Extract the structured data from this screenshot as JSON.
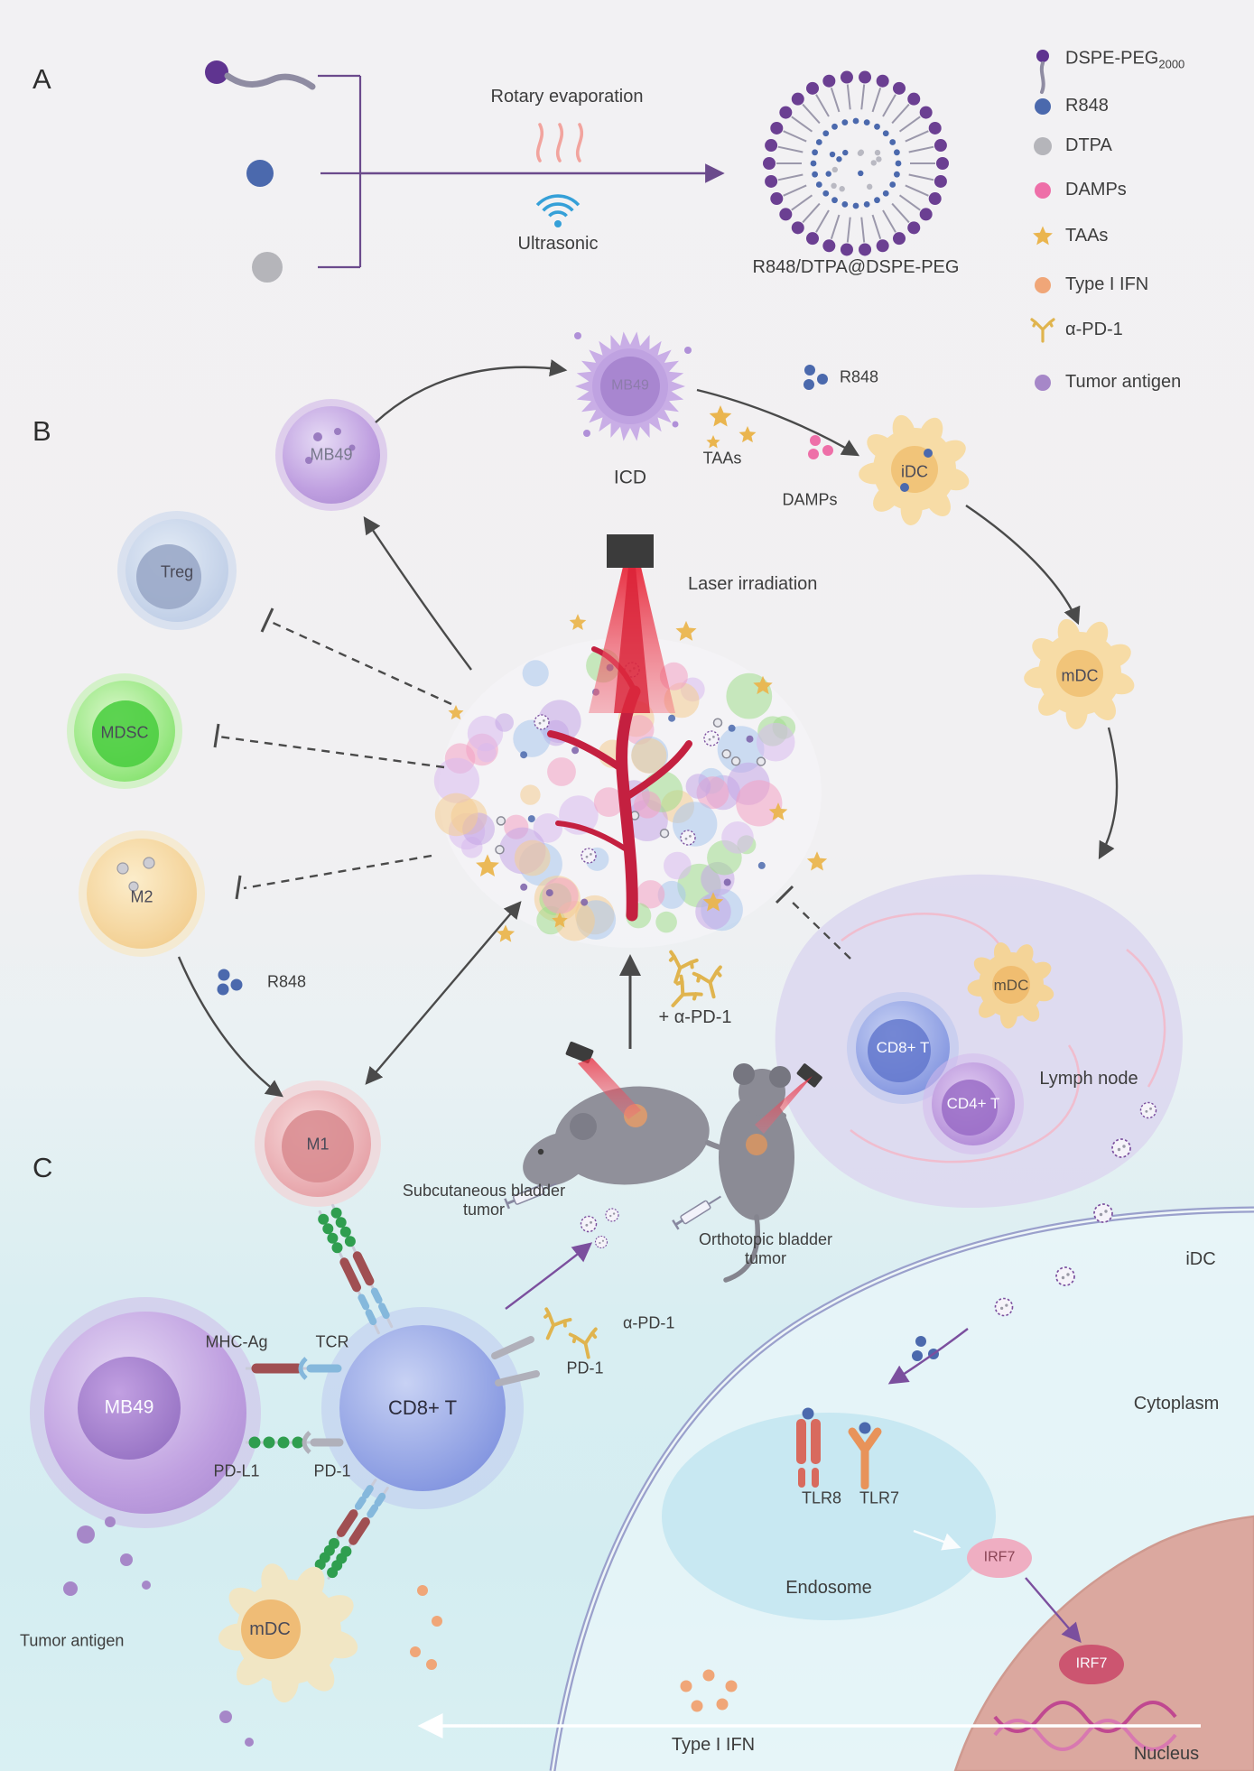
{
  "colors": {
    "r848_blue": "#4b69ad",
    "dtpa_gray": "#b5b5ba",
    "damps_pink": "#ee6fa8",
    "taas_gold": "#eab54e",
    "ifn_salmon": "#f0a678",
    "apd1_yellow": "#e0b44e",
    "tumor_antigen_purple": "#a687c8",
    "dspe_peg_purple": "#5f3490",
    "laser_red": "#d81f34",
    "membrane_purple": "#9aa0cc"
  },
  "panel_a": {
    "label": "A",
    "rotary_evaporation": "Rotary evaporation",
    "ultrasonic": "Ultrasonic",
    "product": "R848/DTPA@DSPE-PEG"
  },
  "legend": {
    "items": [
      {
        "name": "dspe-peg",
        "label": "DSPE-PEG",
        "subscript": "2000"
      },
      {
        "name": "r848",
        "label": "R848"
      },
      {
        "name": "dtpa",
        "label": "DTPA"
      },
      {
        "name": "damps",
        "label": "DAMPs"
      },
      {
        "name": "taas",
        "label": "TAAs"
      },
      {
        "name": "type-i-ifn",
        "label": "Type I IFN"
      },
      {
        "name": "anti-pd-1",
        "label": "α-PD-1"
      },
      {
        "name": "tumor-antigen",
        "label": "Tumor antigen"
      }
    ]
  },
  "panel_b": {
    "label": "B",
    "mb49_cell": "MB49",
    "mb49_icd_cell": "MB49",
    "icd": "ICD",
    "taas": "TAAs",
    "r848_top": "R848",
    "damps": "DAMPs",
    "idc": "iDC",
    "mdc": "mDC",
    "treg": "Treg",
    "mdsc": "MDSC",
    "m2": "M2",
    "m1": "M1",
    "laser": "Laser irradiation",
    "r848_bottom": "R848",
    "subcutaneous_model": "Subcutaneous bladder tumor",
    "orthotopic_model": "Orthotopic bladder tumor",
    "plus_apd1": "+ α-PD-1",
    "lymph_mdc": "mDC",
    "lymph_cd8": "CD8+ T",
    "lymph_cd4": "CD4+ T",
    "lymph_node": "Lymph node"
  },
  "panel_c": {
    "label": "C",
    "mb49": "MB49",
    "mhc_ag": "MHC-Ag",
    "t_cr": "TCR",
    "pd_l1": "PD-L1",
    "pd1_left": "PD-1",
    "cd8": "CD8+ T",
    "apd1": "α-PD-1",
    "pd1_right": "PD-1",
    "mdc": "mDC",
    "tumor_antigen": "Tumor antigen",
    "idc": "iDC",
    "cytoplasm": "Cytoplasm",
    "tlr8": "TLR8",
    "tlr7": "TLR7",
    "endosome": "Endosome",
    "irf7_cytoplasmic": "IRF7",
    "irf7_nuclear": "IRF7",
    "type_i_ifn": "Type I IFN",
    "nucleus": "Nucleus"
  }
}
